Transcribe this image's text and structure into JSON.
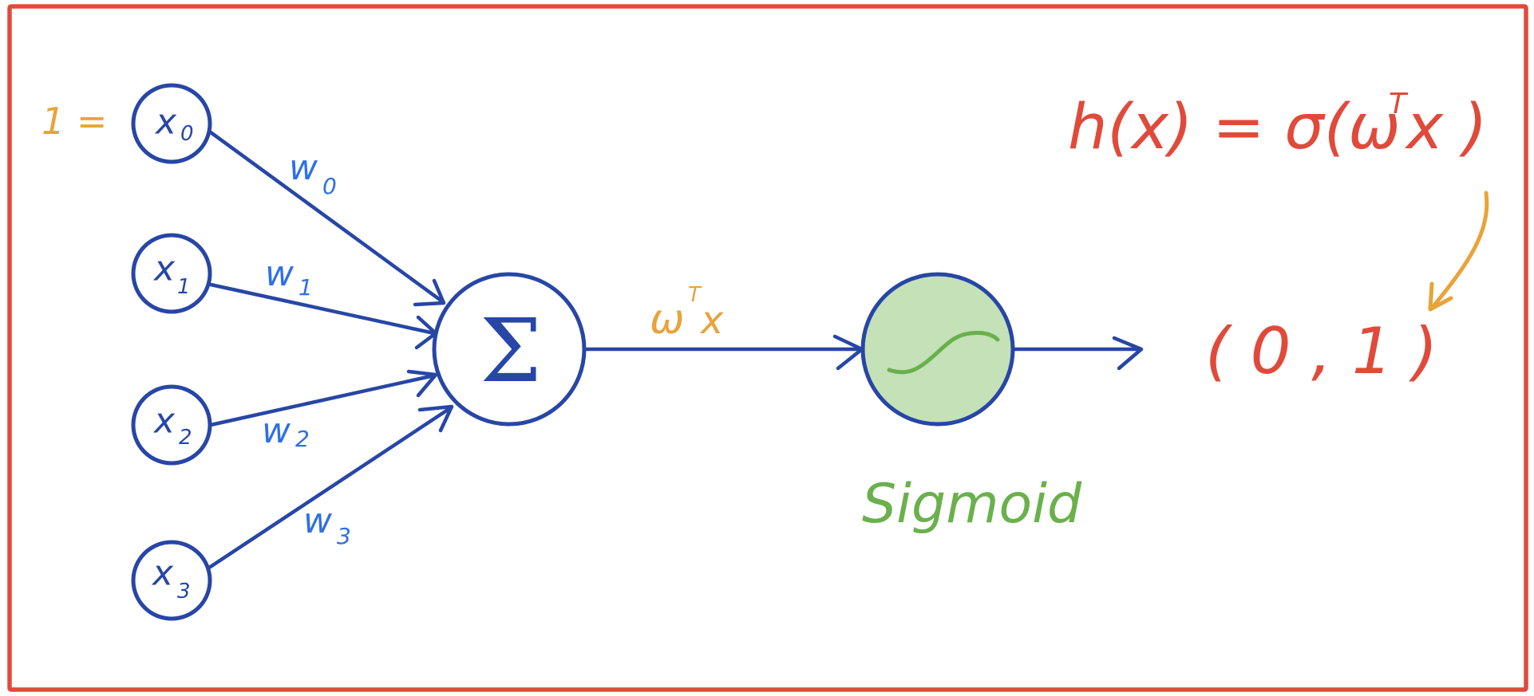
{
  "colors": {
    "frame": "#e04a3a",
    "network": "#2746a6",
    "weight_text": "#2f6fe6",
    "annotation": "#e8a33a",
    "formula": "#e04a3a",
    "sigmoid_fill": "#c4e1b7",
    "sigmoid_text": "#6ab04c"
  },
  "inputs": [
    {
      "symbol": "x",
      "sub": "0"
    },
    {
      "symbol": "x",
      "sub": "1"
    },
    {
      "symbol": "x",
      "sub": "2"
    },
    {
      "symbol": "x",
      "sub": "3"
    }
  ],
  "bias_label": "1 =",
  "weights": [
    {
      "symbol": "w",
      "sub": "0"
    },
    {
      "symbol": "w",
      "sub": "1"
    },
    {
      "symbol": "w",
      "sub": "2"
    },
    {
      "symbol": "w",
      "sub": "3"
    }
  ],
  "sum_symbol": "Σ",
  "linear_label": {
    "base": "ω",
    "sup": "T",
    "var": "x"
  },
  "sigmoid_label": "Sigmoid",
  "formula": "h(x) = σ(ω",
  "formula_sup": "T",
  "formula_tail": "x )",
  "output_range": "( 0 , 1 )"
}
